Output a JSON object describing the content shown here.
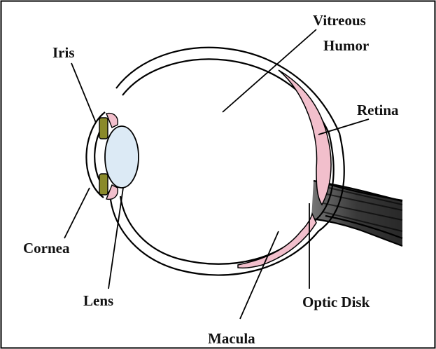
{
  "labels": {
    "iris": "Iris",
    "vitreous_line1": "Vitreous",
    "vitreous_line2": "Humor",
    "retina": "Retina",
    "cornea": "Cornea",
    "lens": "Lens",
    "optic_disk": "Optic Disk",
    "macula": "Macula"
  },
  "colors": {
    "retina": "#f2bfcc",
    "iris": "#8a8a2a",
    "lens": "#dceaf5",
    "optic_nerve": "#333333",
    "outline": "#000000",
    "border": "#000000"
  }
}
